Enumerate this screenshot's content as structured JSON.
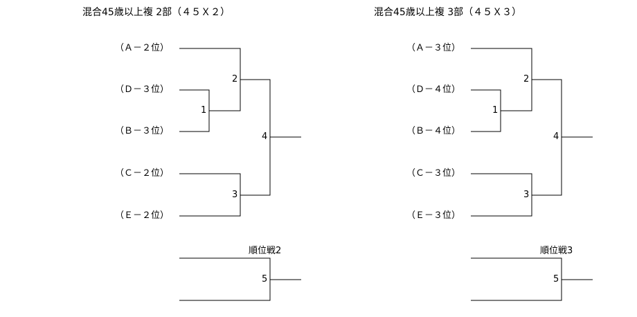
{
  "brackets": [
    {
      "title": "混合45歳以上複 2部（４５Ｘ２）",
      "entries": [
        "（Ａ－２位）",
        "（Ｄ－３位）",
        "（Ｂ－３位）",
        "（Ｃ－２位）",
        "（Ｅ－２位）"
      ],
      "match_numbers": [
        "1",
        "2",
        "3",
        "4",
        "5"
      ],
      "placement_title": "順位戦2"
    },
    {
      "title": "混合45歳以上複 3部（４５Ｘ３）",
      "entries": [
        "（Ａ－３位）",
        "（Ｄ－４位）",
        "（Ｂ－４位）",
        "（Ｃ－３位）",
        "（Ｅ－３位）"
      ],
      "match_numbers": [
        "1",
        "2",
        "3",
        "4",
        "5"
      ],
      "placement_title": "順位戦3"
    }
  ]
}
